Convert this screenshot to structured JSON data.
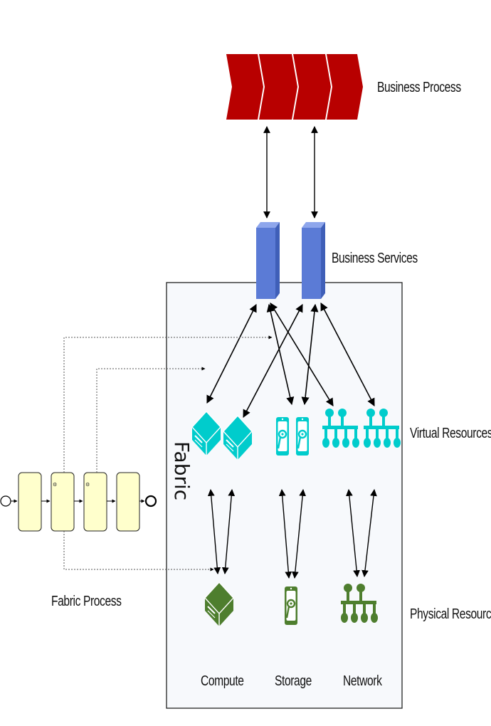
{
  "labels": {
    "business_process": "Business Process",
    "business_services": "Business Services",
    "virtual_resources": "Virtual Resources",
    "physical_resources": "Physical Resources",
    "fabric_process": "Fabric Process",
    "fabric": "Fabric",
    "compute": "Compute",
    "storage": "Storage",
    "network": "Network"
  },
  "colors": {
    "process_red": "#b80000",
    "service_blue": "#5b7bd6",
    "service_blue_dark": "#3f5fb8",
    "virtual_cyan": "#00cccc",
    "physical_green": "#4e7e2e",
    "task_fill": "#ffffcc",
    "fabric_bg": "#f7f9fc"
  },
  "icons": {
    "process": "chevron-process-icon",
    "service": "service-block-icon",
    "compute": "server-icon",
    "storage": "disk-icon",
    "network": "network-tree-icon"
  }
}
